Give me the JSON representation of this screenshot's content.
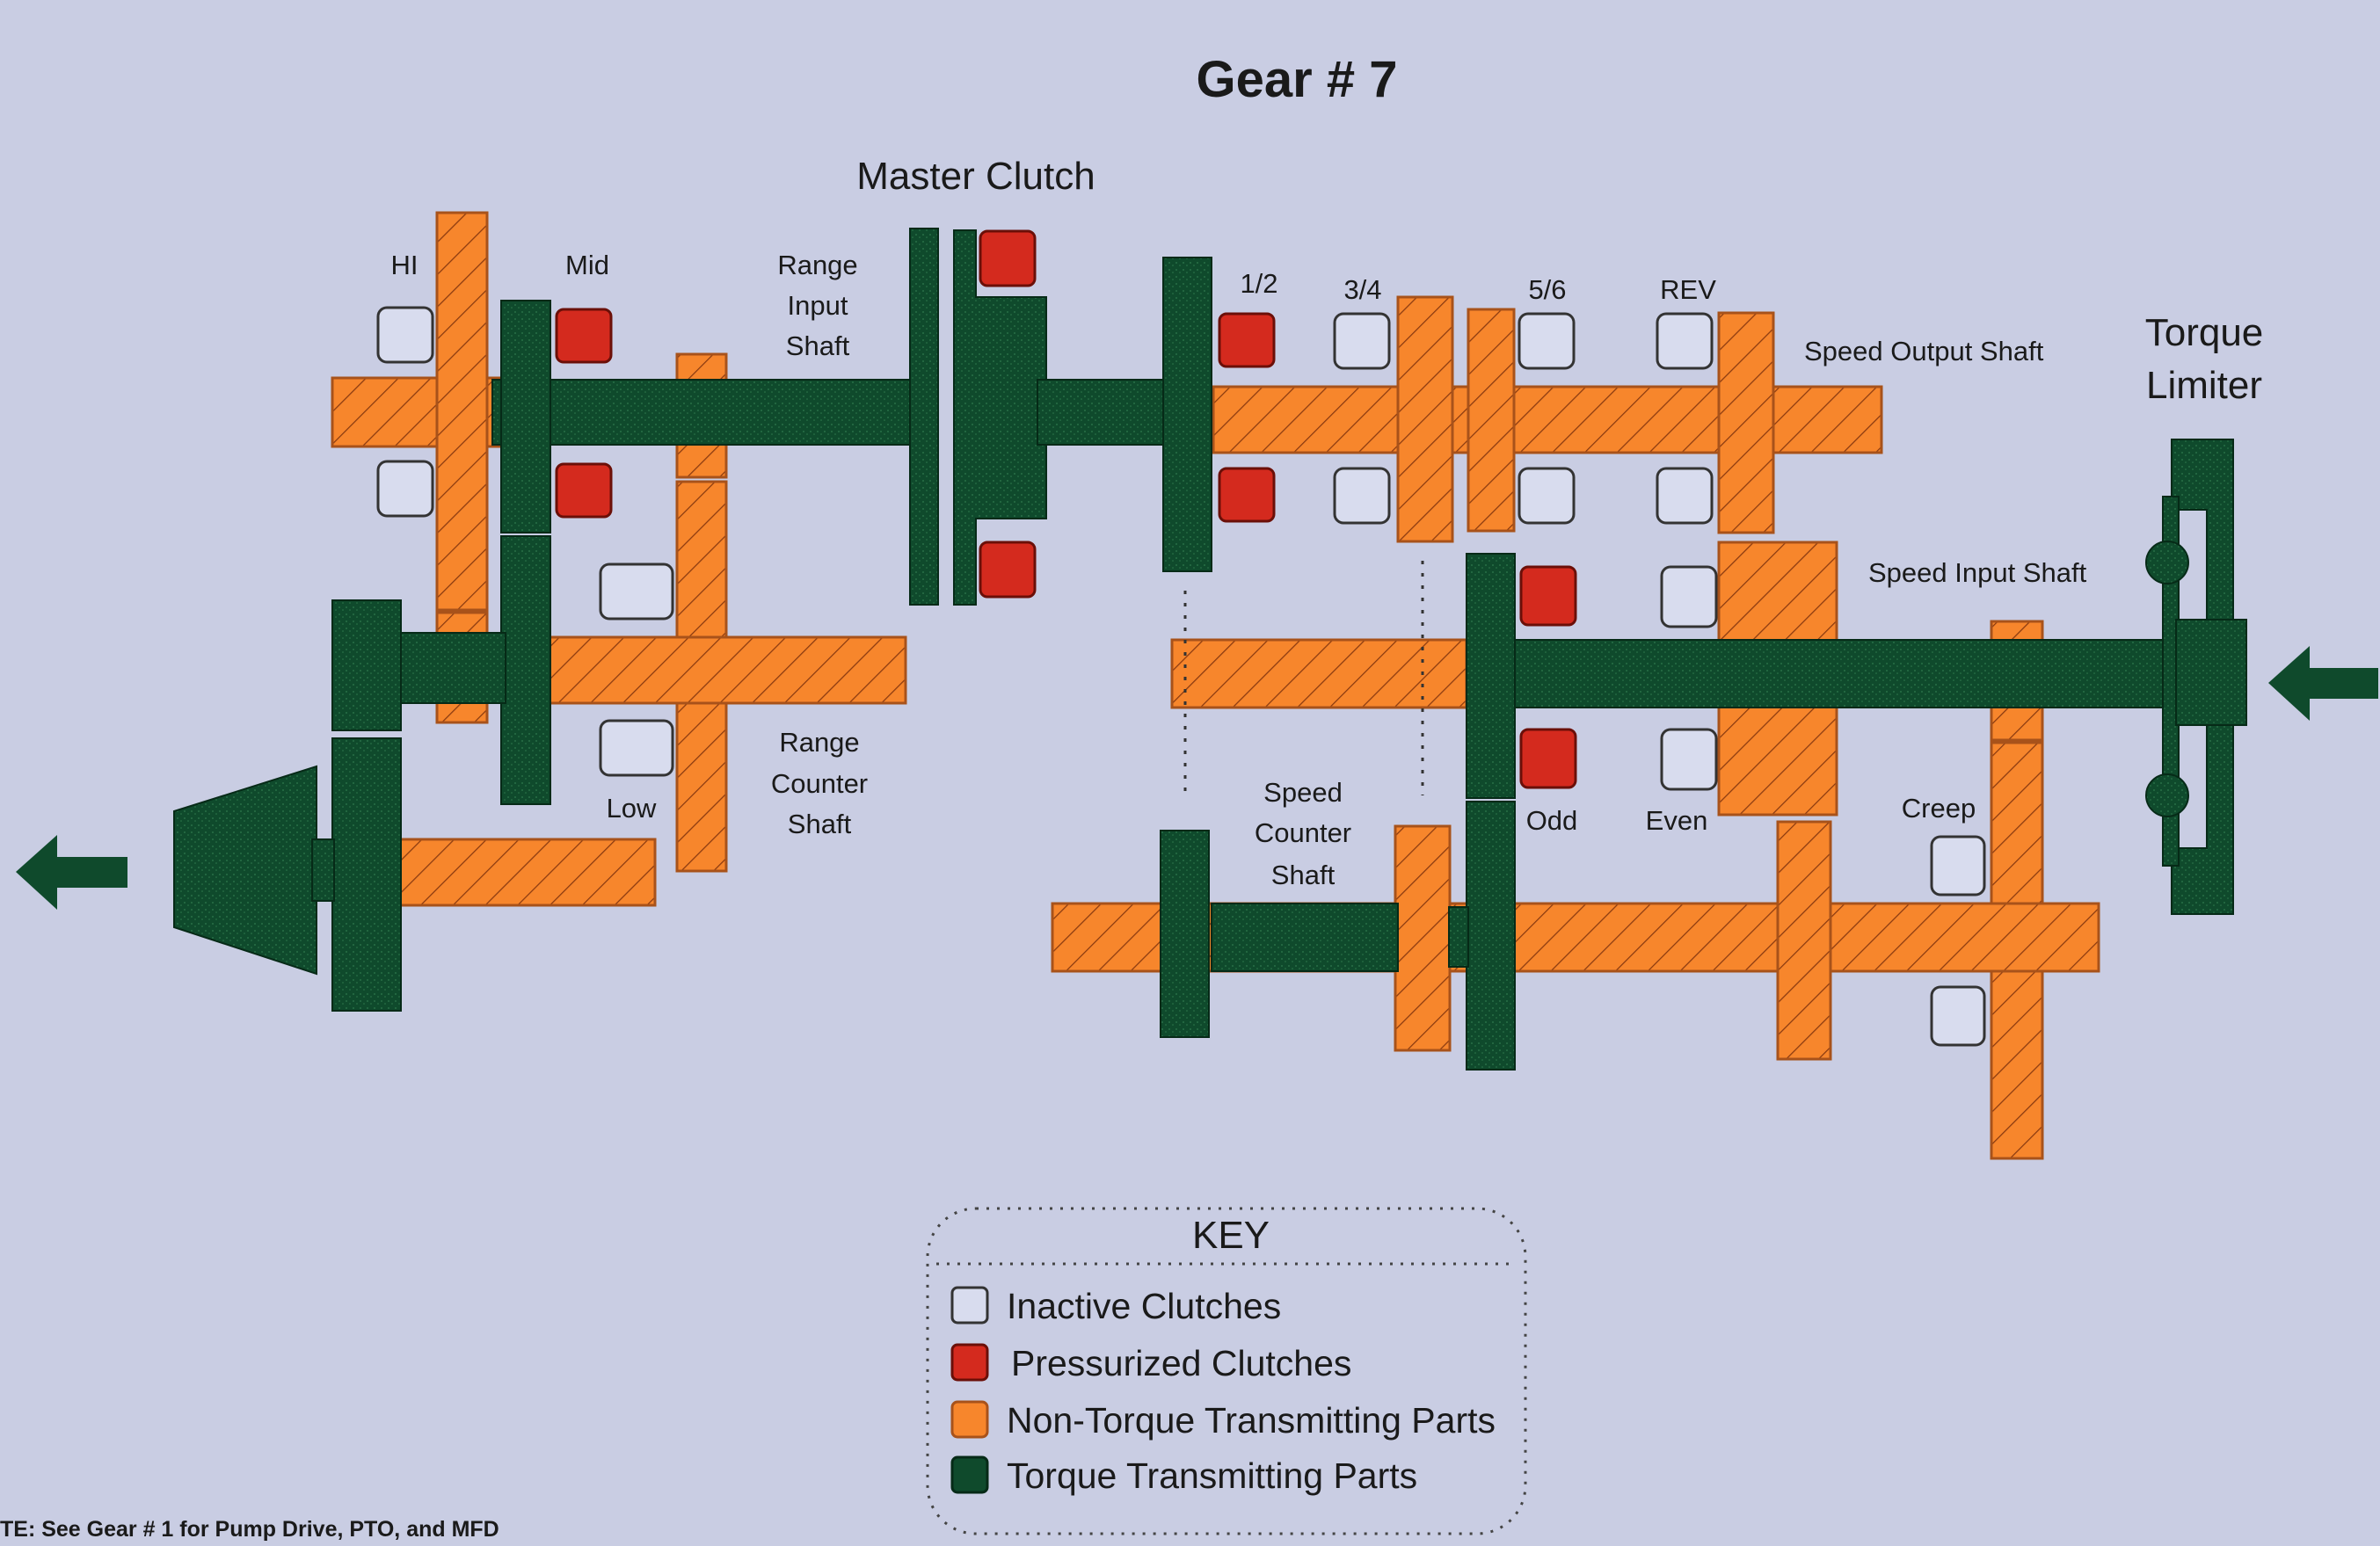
{
  "title": "Gear # 7",
  "labels": {
    "master_clutch": "Master Clutch",
    "hi": "HI",
    "mid": "Mid",
    "low": "Low",
    "range_input_shaft": [
      "Range",
      "Input",
      "Shaft"
    ],
    "range_counter_shaft": [
      "Range",
      "Counter",
      "Shaft"
    ],
    "speed_counter_shaft": [
      "Speed",
      "Counter",
      "Shaft"
    ],
    "gear_1_2": "1/2",
    "gear_3_4": "3/4",
    "gear_5_6": "5/6",
    "gear_rev": "REV",
    "odd": "Odd",
    "even": "Even",
    "creep": "Creep",
    "speed_output_shaft": "Speed Output Shaft",
    "speed_input_shaft": "Speed Input Shaft",
    "torque_limiter": [
      "Torque",
      "Limiter"
    ]
  },
  "key": {
    "heading": "KEY",
    "items": [
      {
        "label": "Inactive Clutches",
        "color": "#d8dcee"
      },
      {
        "label": "Pressurized Clutches",
        "color": "#d42a1e"
      },
      {
        "label": "Non-Torque Transmitting Parts",
        "color": "#f7862c"
      },
      {
        "label": "Torque Transmitting Parts",
        "color": "#0f4a2c"
      }
    ]
  },
  "note": "TE: See Gear # 1 for Pump Drive, PTO, and MFD",
  "colors": {
    "background": "#c9cde3",
    "orange": "#f7862c",
    "green": "#0f4a2c",
    "red": "#d42a1e",
    "inactive": "#d8dcee"
  }
}
